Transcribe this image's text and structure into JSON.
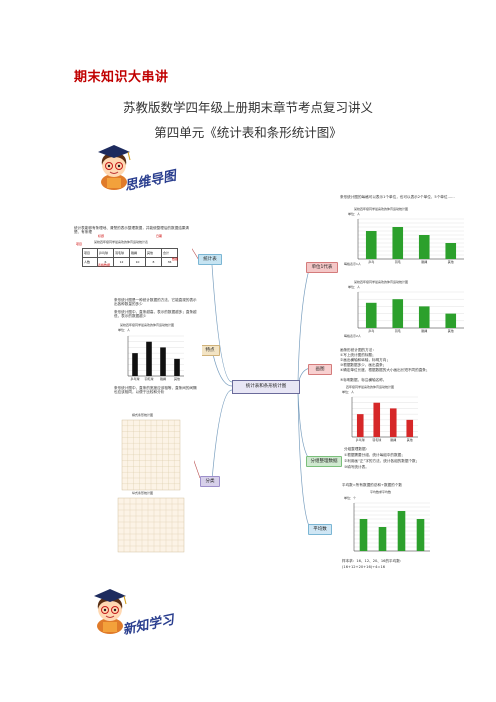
{
  "header": {
    "tag": "期末知识大串讲",
    "subtitle": "苏教版数学四年级上册期末章节考点复习讲义",
    "unit_title": "第四单元《统计表和条形统计图》"
  },
  "banners": {
    "mind_map": "思维导图",
    "new_learning": "新知学习"
  },
  "mindmap": {
    "center": "统计表和条形统计图",
    "left_nodes": [
      "统计表",
      "特点",
      "分类"
    ],
    "right_nodes": [
      "单位1代表",
      "画图",
      "分组整理数据",
      "平均数"
    ],
    "colors": {
      "center": "#e8e6f5",
      "stat_table": "#c6e4f2",
      "features": "#f3e4c4",
      "types": "#d7d0ea",
      "unit": "#f4c7c7",
      "draw": "#f8d0d0",
      "group": "#cfe9cf",
      "average": "#cfe6f4",
      "bar_green": "#2ca02c",
      "bar_black": "#111111",
      "bar_red": "#d62728"
    },
    "stat_table_text": {
      "line1": "统计表能够有条理地、清楚的表示整理数据，并能使整理后的数据结果清楚、有条理",
      "label_title": "标题",
      "label_date": "日期",
      "label_unit": "项目",
      "label_source": "数据",
      "label_data": "表格数据",
      "table_caption": "某校四年级同学最喜欢的体育运动统计表",
      "cols": [
        "项目",
        "乒乓球",
        "羽毛球",
        "跳绳",
        "其他",
        "合计"
      ],
      "row_label": "人数",
      "row": [
        "6",
        "12",
        "10",
        "8",
        "36"
      ]
    },
    "features_text": {
      "p1": "条形统计图是一种统计数据的方法，它能直观的表示出各种数量的多少",
      "p2": "条形统计图中，直条越高，表示的数据越多；直条越低，表示的数据越少",
      "p3": "条形统计图中，直条的宽度应该相等，直条间的间隔也应该相同，以便于比较和分析"
    },
    "features_chart": {
      "title": "某校四年级同学最喜欢的体育运动统计图",
      "unit": "单位：人",
      "categories": [
        "乒乓球",
        "羽毛球",
        "跳绳",
        "其他"
      ],
      "values": [
        8,
        12,
        10,
        6
      ]
    },
    "types_text": {
      "horizontal": "横式条形统计图",
      "vertical": "纵式条形统计图"
    },
    "unit_text": {
      "desc": "条形统计图的每格可以表示1个单位，也可以表示2个单位、5个单位……",
      "chart1_title": "某校四年级同学最喜欢的体育运动统计图",
      "chart1_unit": "单位：人",
      "chart1_note": "每格表示1人",
      "chart1_categories": [
        "乒乓",
        "羽毛",
        "跳绳",
        "其他"
      ],
      "chart1_values": [
        14,
        16,
        12,
        8
      ],
      "chart2_title": "某校四年级同学最喜欢的体育运动统计图",
      "chart2_unit": "单位：人",
      "chart2_note": "每格表示2人",
      "chart2_categories": [
        "乒乓",
        "羽毛",
        "跳绳",
        "其他"
      ],
      "chart2_values": [
        14,
        16,
        12,
        8
      ]
    },
    "draw_text": {
      "title": "画条形统计图的方法：",
      "s1": "①写上统计图的标题；",
      "s2": "②画出横轴和纵轴，标明方向；",
      "s3": "③根据数据多少，画出直条；",
      "s4": "④确定单位长度，根据数据的大小画出长短不同的直条；",
      "s5": "⑤标明数据，标注横轴名称。",
      "chart_title": "四年级同学最喜欢的体育运动统计图",
      "chart_unit": "单位：人",
      "chart_categories": [
        "乒乓球",
        "羽毛球",
        "跳绳",
        "其他"
      ],
      "chart_values": [
        8,
        12,
        10,
        6
      ]
    },
    "group_text": {
      "title": "分组整理数据：",
      "s1": "①根据需要分组，统计每组中的数据；",
      "s2": "②利用画“正”字的方法，统计各组的数据个数；",
      "s3": "③填写统计表。"
    },
    "average_text": {
      "formula": "平均数=所有数据的总和÷数据的个数",
      "chart_title": "平均数求平均数",
      "chart_unit": "单位：个",
      "note1": "样本求：16、12、20、16的平均数：",
      "note2": "(16+12+20+16)÷4=16",
      "chart_values": [
        16,
        12,
        20,
        16
      ]
    }
  }
}
